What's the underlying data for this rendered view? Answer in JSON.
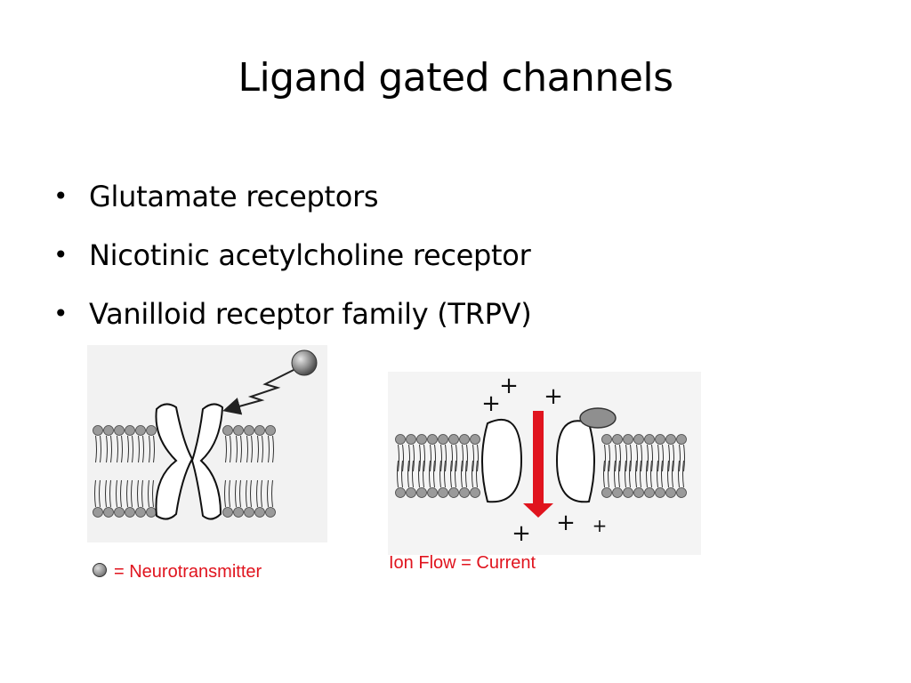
{
  "title": "Ligand gated channels",
  "bullet_symbol": "•",
  "bullets": [
    "Glutamate receptors",
    "Nicotinic acetylcholine receptor",
    "Vanilloid receptor family (TRPV)"
  ],
  "captions": {
    "neurotransmitter": "= Neurotransmitter",
    "ion_flow": "Ion Flow = Current"
  },
  "colors": {
    "caption": "#e0141e",
    "arrow": "#e0141e",
    "membrane_head": "#9a9a9a"
  },
  "ion_symbols": [
    "+",
    "+",
    "+",
    "+",
    "+",
    "+"
  ]
}
